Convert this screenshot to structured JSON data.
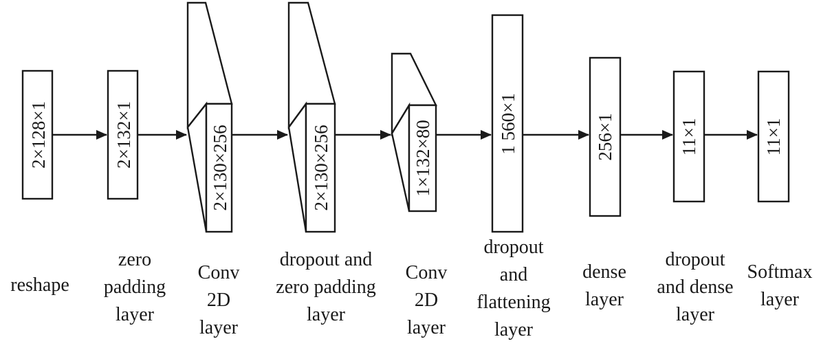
{
  "layers": [
    {
      "id": "reshape",
      "dims": "2×128×1",
      "label": [
        "reshape"
      ]
    },
    {
      "id": "zero-padding",
      "dims": "2×132×1",
      "label": [
        "zero",
        "padding",
        "layer"
      ]
    },
    {
      "id": "conv2d-1",
      "dims": "2×130×256",
      "label": [
        "Conv",
        "2D",
        "layer"
      ]
    },
    {
      "id": "dropout-zero-padding",
      "dims": "2×130×256",
      "label": [
        "dropout and",
        "zero padding",
        "layer"
      ]
    },
    {
      "id": "conv2d-2",
      "dims": "1×132×80",
      "label": [
        "Conv",
        "2D",
        "layer"
      ]
    },
    {
      "id": "dropout-flattening",
      "dims": "1 560×1",
      "label": [
        "dropout",
        "and",
        "flattening",
        "layer"
      ]
    },
    {
      "id": "dense",
      "dims": "256×1",
      "label": [
        "dense",
        "layer"
      ]
    },
    {
      "id": "dropout-dense",
      "dims": "11×1",
      "label": [
        "dropout",
        "and dense",
        "layer"
      ]
    },
    {
      "id": "softmax",
      "dims": "11×1",
      "label": [
        "Softmax",
        "layer"
      ]
    }
  ],
  "colors": {
    "stroke": "#1a1a1a",
    "fill": "#ffffff"
  }
}
